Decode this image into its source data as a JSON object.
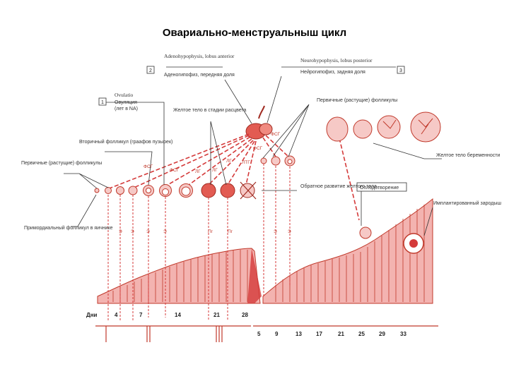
{
  "title": "Овариально-менструальныш цикл",
  "labels": {
    "adeno_lat": "Adenohypophysis, lobus anterior",
    "adeno_num": "2",
    "adeno_ru": "Аденогипофиз, передняя доля",
    "neuro_lat": "Neurohypophysis, lobus posterior",
    "neuro_num": "3",
    "neuro_ru": "Нейрогипофиз, задняя доля",
    "ovul_num": "1",
    "ovul_lat": "Ovulatio",
    "ovul_ru": "Овуляция",
    "ovul_note": "(лет в NA)",
    "primary_foll": "Первичные (растущие) фолликулы",
    "primary_foll_right": "Первичные (растущие) фолликулы",
    "secondary_foll": "Вторичный фолликул (граафов пузырек)",
    "corpus_luteum": "Желтое тело в стадии расцвета",
    "corpus_preg": "Желтое тело беременности",
    "regression": "Обратное развитие желтого тела",
    "fertilization": "Оплодотворение",
    "implanted": "Имплантированный зародыш",
    "primordial": "Примордиальный фолликул в яичнике"
  },
  "hormones": {
    "fsg": "ФСГ",
    "lg": "ЛГ",
    "ltg": "ЛТГ",
    "e": "Э",
    "pg": "Пг"
  },
  "days": {
    "label": "Дни",
    "first_cycle": [
      "4",
      "7",
      "14",
      "21",
      "28"
    ],
    "second_cycle": [
      "5",
      "9",
      "13",
      "17",
      "21",
      "25",
      "29",
      "33"
    ]
  },
  "colors": {
    "tissue": "#f3b3b0",
    "tissue_dark": "#c0392b",
    "arrow": "#d43a3a"
  }
}
